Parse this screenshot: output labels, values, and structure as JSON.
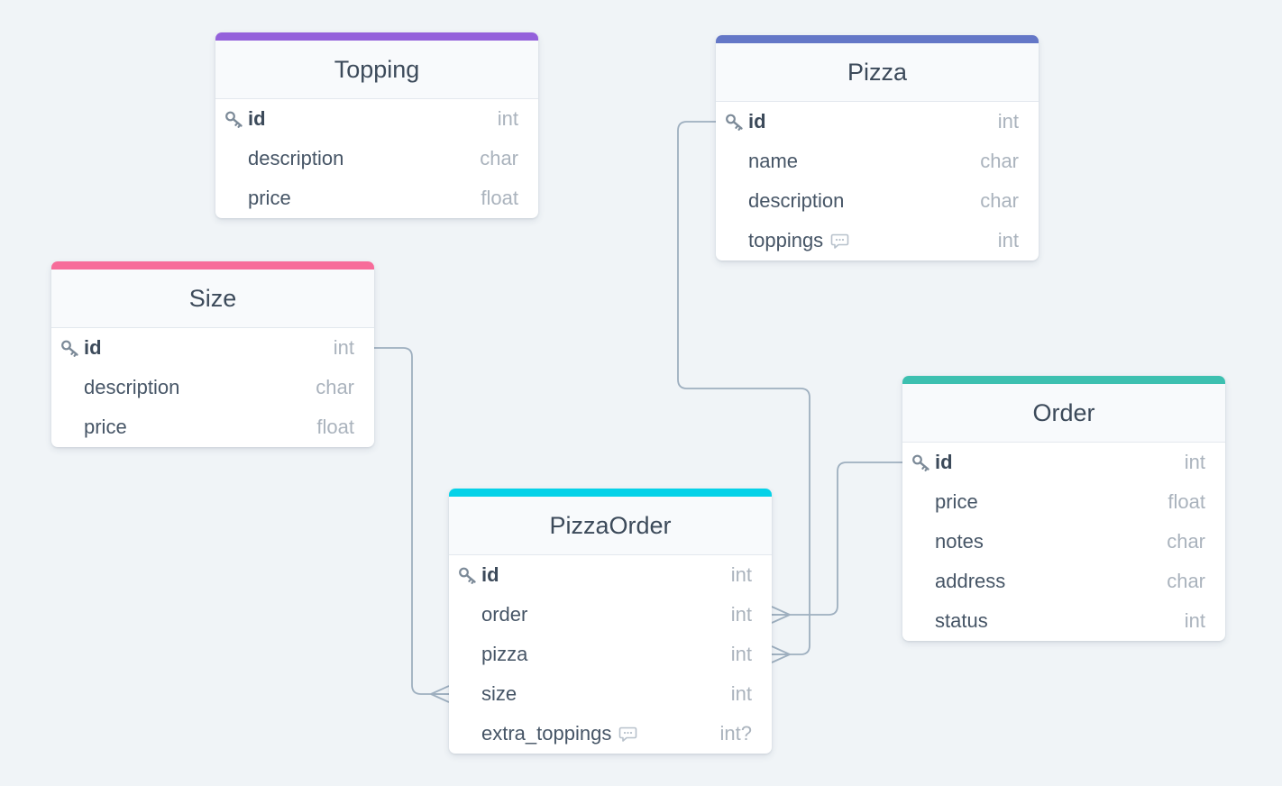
{
  "colors": {
    "background": "#f0f4f7",
    "link": "#9eafbf",
    "key_icon": "#7c8a98",
    "note_icon": "#b7c1cb"
  },
  "tables": {
    "topping": {
      "title": "Topping",
      "accent": "#9461db",
      "columns": [
        {
          "name": "id",
          "type": "int",
          "pk": true
        },
        {
          "name": "description",
          "type": "char"
        },
        {
          "name": "price",
          "type": "float"
        }
      ]
    },
    "pizza": {
      "title": "Pizza",
      "accent": "#6477c7",
      "columns": [
        {
          "name": "id",
          "type": "int",
          "pk": true
        },
        {
          "name": "name",
          "type": "char"
        },
        {
          "name": "description",
          "type": "char"
        },
        {
          "name": "toppings",
          "type": "int",
          "note": true
        }
      ]
    },
    "size": {
      "title": "Size",
      "accent": "#f76c9a",
      "columns": [
        {
          "name": "id",
          "type": "int",
          "pk": true
        },
        {
          "name": "description",
          "type": "char"
        },
        {
          "name": "price",
          "type": "float"
        }
      ]
    },
    "order": {
      "title": "Order",
      "accent": "#3dc0b0",
      "columns": [
        {
          "name": "id",
          "type": "int",
          "pk": true
        },
        {
          "name": "price",
          "type": "float"
        },
        {
          "name": "notes",
          "type": "char"
        },
        {
          "name": "address",
          "type": "char"
        },
        {
          "name": "status",
          "type": "int"
        }
      ]
    },
    "pizzaorder": {
      "title": "PizzaOrder",
      "accent": "#05d2e8",
      "columns": [
        {
          "name": "id",
          "type": "int",
          "pk": true
        },
        {
          "name": "order",
          "type": "int"
        },
        {
          "name": "pizza",
          "type": "int"
        },
        {
          "name": "size",
          "type": "int"
        },
        {
          "name": "extra_toppings",
          "type": "int?",
          "note": true
        }
      ]
    }
  },
  "relationships": [
    {
      "from_table": "pizzaorder",
      "from_column": "order",
      "to_table": "order",
      "to_column": "id",
      "cardinality": "many-to-one"
    },
    {
      "from_table": "pizzaorder",
      "from_column": "pizza",
      "to_table": "pizza",
      "to_column": "id",
      "cardinality": "many-to-one"
    },
    {
      "from_table": "pizzaorder",
      "from_column": "size",
      "to_table": "size",
      "to_column": "id",
      "cardinality": "many-to-one"
    }
  ]
}
